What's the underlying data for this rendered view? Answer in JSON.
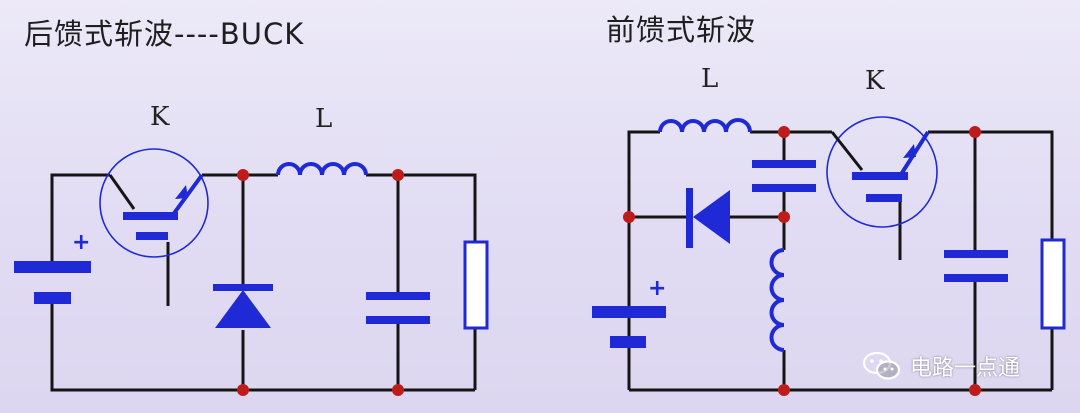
{
  "left_diagram": {
    "title": "后馈式斩波----BUCK",
    "switch_label": "K",
    "inductor_label": "L",
    "polarity": "+"
  },
  "right_diagram": {
    "title": "前馈式斩波",
    "inductor_label": "L",
    "switch_label": "K",
    "polarity": "+"
  },
  "watermark": {
    "text": "电路一点通",
    "icon": "wechat-icon"
  },
  "colors": {
    "wire": "#151515",
    "component": "#1f2ad6",
    "junction": "#c01b1b",
    "background": "#e4e0f5"
  }
}
